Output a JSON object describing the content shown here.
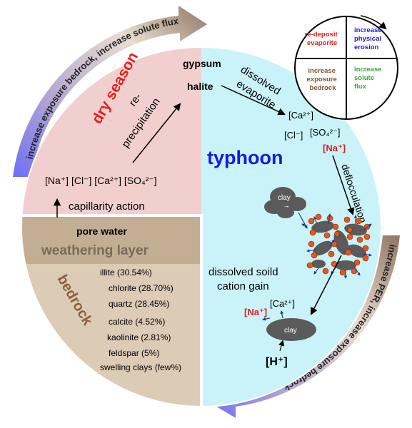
{
  "colors": {
    "dry_season_fill": "#f2cfcf",
    "typhoon_fill": "#c9f3f8",
    "weathering_band": "#c4ae93",
    "bedrock_fill": "#dccbb5",
    "dry_season_text": "#e41f1f",
    "typhoon_text": "#1a1adf",
    "red_label": "#e41f1f",
    "arrow_gradient_light": "#e9dfd3",
    "arrow_gradient_dark": "#8f7563",
    "arrow_gradient_blue": "#7070ff",
    "clay_particle": "#5a5a5a",
    "cation_dot": "#e8561d"
  },
  "outer_arrows": {
    "top_left": "increase exposure bedrock, increase solute flux",
    "bottom_right": "increase PER, increase exposure bedrock"
  },
  "legend": {
    "q_red": "re-deposit evaporite",
    "q_blue": "increase physical erosion",
    "q_brown": "increase exposure bedrock",
    "q_green": "increase solute flux",
    "q_red_color": "#e41f1f",
    "q_blue_color": "#1d1ddb",
    "q_brown_color": "#7a5230",
    "q_green_color": "#3aa33a"
  },
  "dry_season": {
    "title": "dry season",
    "reprecip_line1": "re-",
    "reprecip_line2": "precipitation",
    "ions": "[Na⁺] [Cl⁻] [Ca²⁺] [SO₄²⁻]",
    "capillarity": "capillarity action"
  },
  "minerals": {
    "gypsum": "gypsum",
    "halite": "halite"
  },
  "typhoon": {
    "title": "typhoon",
    "dissolved_line1": "dissolved",
    "dissolved_line2": "evaporite",
    "ion_ca": "[Ca²⁺]",
    "ion_cl": "[Cl⁻]",
    "ion_so4": "[SO₄²⁻]",
    "ion_na": "[Na⁺]",
    "deflocculation": "deflocculation",
    "clay_label": "clay",
    "gain_line1": "dissolved soild",
    "gain_line2": "cation gain",
    "gain_na": "[Na⁺]",
    "gain_ca": "[Ca²⁺]",
    "clay_bottom": "clay",
    "h_ion": "[H⁺]"
  },
  "lower": {
    "pore_water": "pore water",
    "weathering_layer": "weathering layer",
    "bedrock": "bedrock"
  },
  "composition": [
    "illite (30.54%)",
    "chlorite (28.70%)",
    "quartz (28.45%)",
    "calcite (4.52%)",
    "kaolinite (2.81%)",
    "feldspar (5%)",
    "swelling clays (few%)"
  ]
}
